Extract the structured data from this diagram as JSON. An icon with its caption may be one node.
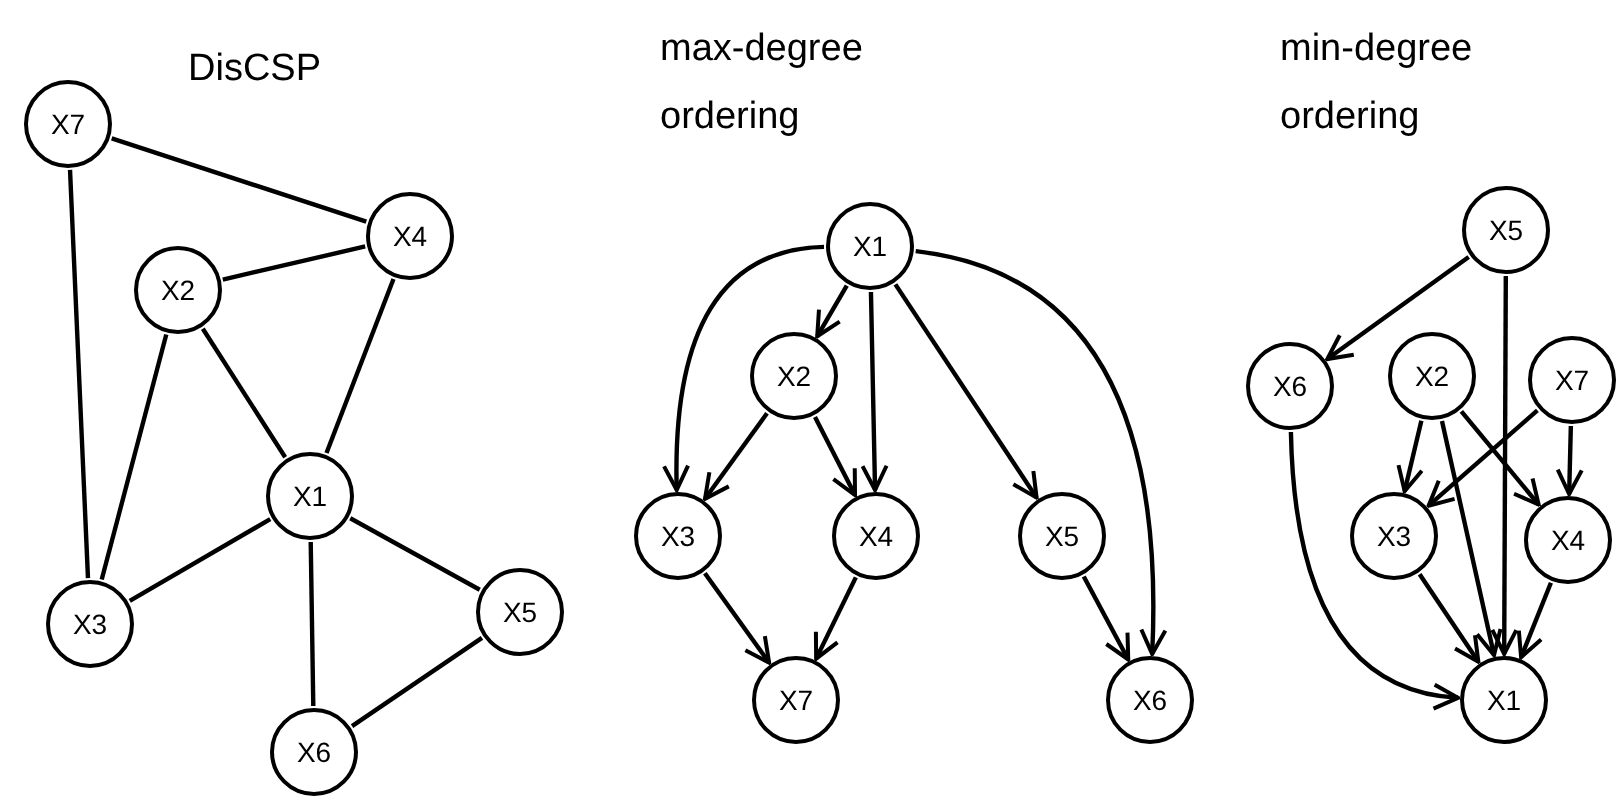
{
  "diagram": {
    "nodes": [
      {
        "text": [
          "X7"
        ]
      },
      {
        "text": [
          "X4"
        ]
      },
      {
        "text": [
          "X2"
        ]
      },
      {
        "text": [
          "X1"
        ]
      },
      {
        "text": [
          "X3"
        ]
      },
      {
        "text": [
          "X5"
        ]
      },
      {
        "text": [
          "X6"
        ]
      },
      {
        "text": [
          "X1"
        ]
      },
      {
        "text": [
          "X2"
        ]
      },
      {
        "text": [
          "X3"
        ]
      },
      {
        "text": [
          "X4"
        ]
      },
      {
        "text": [
          "X5"
        ]
      },
      {
        "text": [
          "X7"
        ]
      },
      {
        "text": [
          "X6"
        ]
      },
      {
        "text": [
          "X5"
        ]
      },
      {
        "text": [
          "X6"
        ]
      },
      {
        "text": [
          "X2"
        ]
      },
      {
        "text": [
          "X7"
        ]
      },
      {
        "text": [
          "X3"
        ]
      },
      {
        "text": [
          "X4"
        ]
      },
      {
        "text": [
          "X1"
        ]
      }
    ],
    "edges": [
      {
        "from": 0,
        "to": 1,
        "arrow": "none"
      },
      {
        "from": 0,
        "to": 4,
        "arrow": "none"
      },
      {
        "from": 2,
        "to": 1,
        "arrow": "none"
      },
      {
        "from": 2,
        "to": 3,
        "arrow": "none"
      },
      {
        "from": 2,
        "to": 4,
        "arrow": "none"
      },
      {
        "from": 1,
        "to": 3,
        "arrow": "none"
      },
      {
        "from": 3,
        "to": 4,
        "arrow": "none"
      },
      {
        "from": 3,
        "to": 5,
        "arrow": "none"
      },
      {
        "from": 3,
        "to": 6,
        "arrow": "none"
      },
      {
        "from": 6,
        "to": 5,
        "arrow": "none"
      },
      {
        "from": 7,
        "to": 8,
        "arrow": "to"
      },
      {
        "from": 7,
        "to": 9,
        "arrow": "to"
      },
      {
        "from": 7,
        "to": 10,
        "arrow": "to"
      },
      {
        "from": 7,
        "to": 11,
        "arrow": "to"
      },
      {
        "from": 7,
        "to": 13,
        "arrow": "to"
      },
      {
        "from": 8,
        "to": 9,
        "arrow": "to"
      },
      {
        "from": 8,
        "to": 10,
        "arrow": "to"
      },
      {
        "from": 9,
        "to": 12,
        "arrow": "to"
      },
      {
        "from": 10,
        "to": 12,
        "arrow": "to"
      },
      {
        "from": 11,
        "to": 13,
        "arrow": "to"
      },
      {
        "from": 14,
        "to": 15,
        "arrow": "to"
      },
      {
        "from": 14,
        "to": 20,
        "arrow": "to"
      },
      {
        "from": 15,
        "to": 20,
        "arrow": "to"
      },
      {
        "from": 16,
        "to": 18,
        "arrow": "to"
      },
      {
        "from": 16,
        "to": 20,
        "arrow": "to"
      },
      {
        "from": 16,
        "to": 19,
        "arrow": "to"
      },
      {
        "from": 17,
        "to": 18,
        "arrow": "to"
      },
      {
        "from": 17,
        "to": 19,
        "arrow": "to"
      },
      {
        "from": 18,
        "to": 20,
        "arrow": "to"
      },
      {
        "from": 19,
        "to": 20,
        "arrow": "to"
      }
    ],
    "labels": [
      "DisCSP",
      "max-degree ordering",
      "min-degree ordering"
    ]
  }
}
